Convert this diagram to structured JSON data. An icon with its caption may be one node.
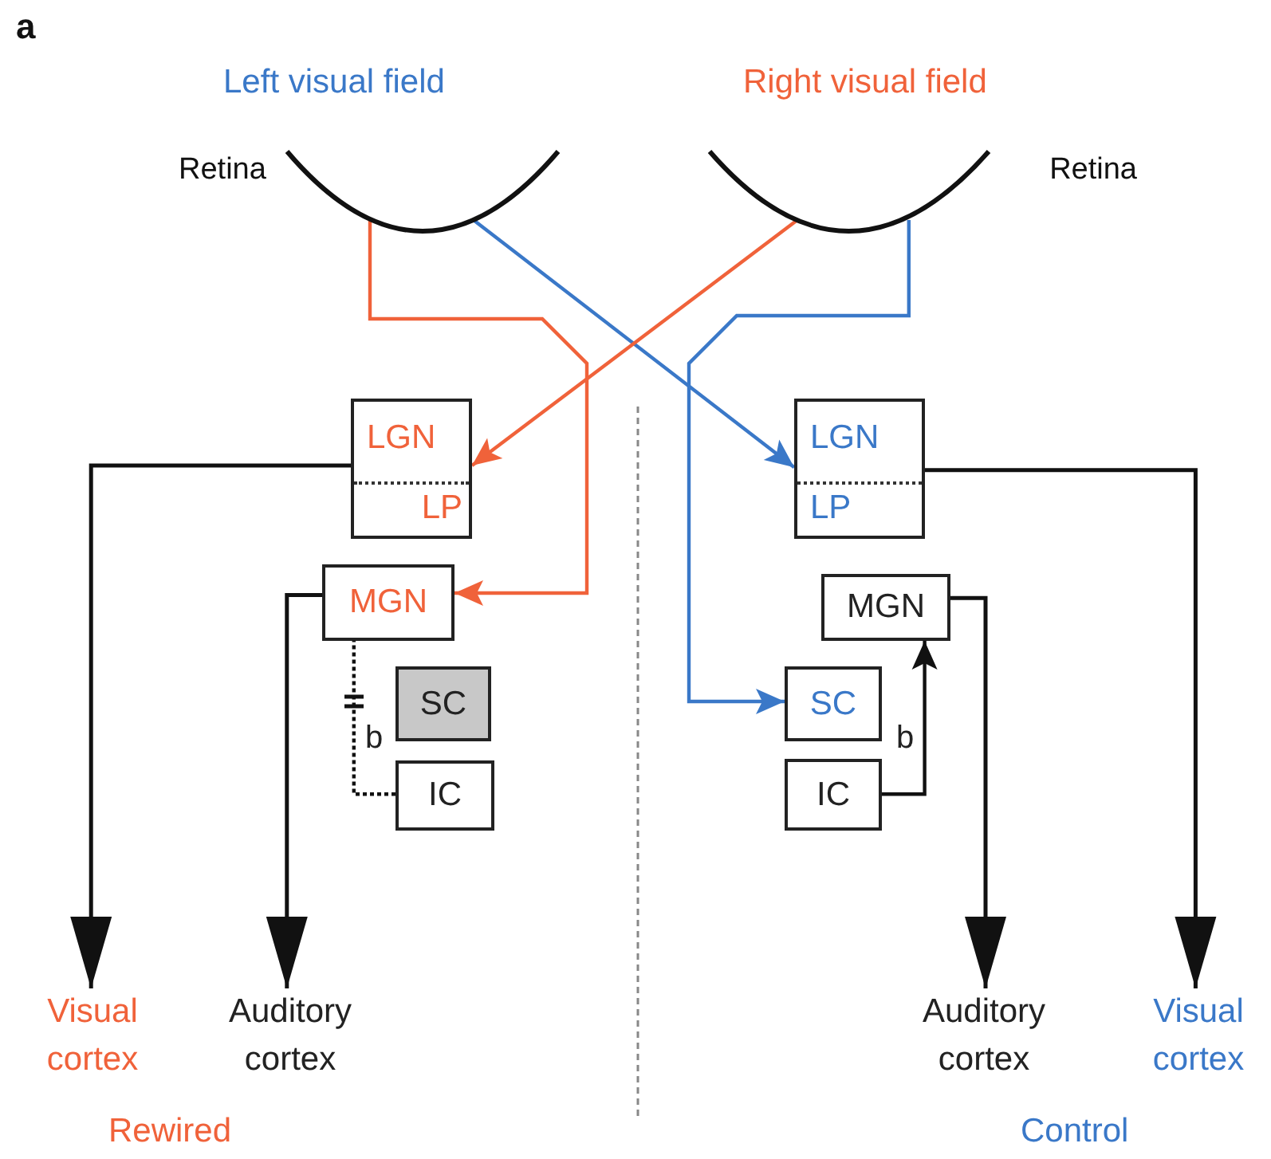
{
  "diagram": {
    "nodes": [
      {
        "text": [
          "Retina"
        ]
      },
      {
        "text": [
          "Retina"
        ]
      },
      {
        "text": [
          "LGN",
          "LP"
        ]
      },
      {
        "text": [
          "MGN"
        ]
      },
      {
        "text": [
          "SC"
        ]
      },
      {
        "text": [
          "IC"
        ]
      },
      {
        "text": [
          "LGN",
          "LP"
        ]
      },
      {
        "text": [
          "MGN"
        ]
      },
      {
        "text": [
          "SC"
        ]
      },
      {
        "text": [
          "IC"
        ]
      },
      {
        "text": [
          "Visual cortex"
        ]
      },
      {
        "text": [
          "Auditory cortex"
        ]
      },
      {
        "text": [
          "Auditory cortex"
        ]
      },
      {
        "text": [
          "Visual cortex"
        ]
      }
    ],
    "edges": [
      {
        "from": 0,
        "to": 6,
        "arrow": "to",
        "color": "#3a78c8"
      },
      {
        "from": 0,
        "to": 3,
        "arrow": "to",
        "color": "#f0623a"
      },
      {
        "from": 1,
        "to": 2,
        "arrow": "to",
        "color": "#f0623a"
      },
      {
        "from": 1,
        "to": 8,
        "arrow": "to",
        "color": "#3a78c8"
      },
      {
        "from": 2,
        "to": 10,
        "arrow": "to"
      },
      {
        "from": 3,
        "to": 11,
        "arrow": "to"
      },
      {
        "from": 5,
        "to": 3,
        "arrow": "none",
        "style": "dashed",
        "label": "b"
      },
      {
        "from": 6,
        "to": 13,
        "arrow": "to"
      },
      {
        "from": 7,
        "to": 12,
        "arrow": "to"
      },
      {
        "from": 9,
        "to": 7,
        "arrow": "to",
        "label": "b"
      }
    ],
    "labels": [
      "a",
      "Left visual field",
      "Right visual field",
      "Rewired",
      "Control"
    ]
  }
}
